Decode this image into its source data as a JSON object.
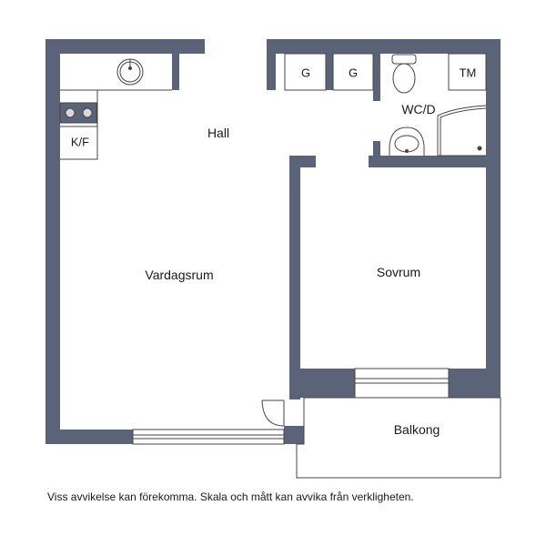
{
  "colors": {
    "wall": "#5a6377",
    "fixture_line": "#444444",
    "background": "#ffffff"
  },
  "rooms": {
    "hall": "Hall",
    "living_room": "Vardagsrum",
    "bedroom": "Sovrum",
    "balcony": "Balkong",
    "bathroom": "WC/D"
  },
  "fixtures": {
    "kitchen": "K/F",
    "wardrobe_1": "G",
    "wardrobe_2": "G",
    "washer": "TM"
  },
  "icons": [
    "sink-icon",
    "stove-icon",
    "toilet-icon",
    "washbasin-icon",
    "shower-icon",
    "door-swing-icon",
    "window-icon"
  ],
  "disclaimer": "Viss avvikelse kan förekomma. Skala och mått kan avvika från verkligheten."
}
